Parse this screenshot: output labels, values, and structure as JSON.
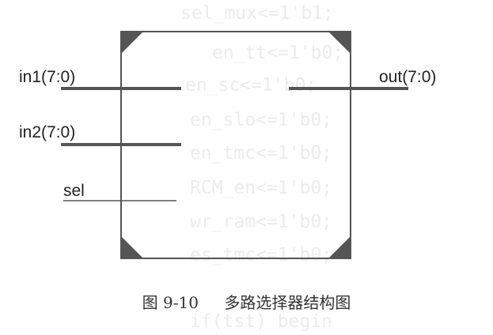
{
  "background_code": {
    "lines": [
      "sel_mux<=1'b1;",
      "en_tt<=1'b0;",
      "en_sc<=1'b0;",
      "en_slo<=1'b0;",
      "en_tmc<=1'b0;",
      "RCM_en<=1'b0;",
      "wr_ram<=1'b0;",
      "es_tmc<=1'b0;",
      "",
      "if(tst) begin"
    ]
  },
  "diagram": {
    "inputs": [
      {
        "label": "in1(7:0)"
      },
      {
        "label": "in2(7:0)"
      },
      {
        "label": "sel"
      }
    ],
    "output": {
      "label": "out(7:0)"
    }
  },
  "caption": {
    "figure_number": "图 9-10",
    "title": "多路选择器结构图"
  },
  "colors": {
    "box_stroke": "#555555",
    "bus_line": "#555555",
    "corner_fill": "#555555",
    "background_code": "#ececec"
  }
}
